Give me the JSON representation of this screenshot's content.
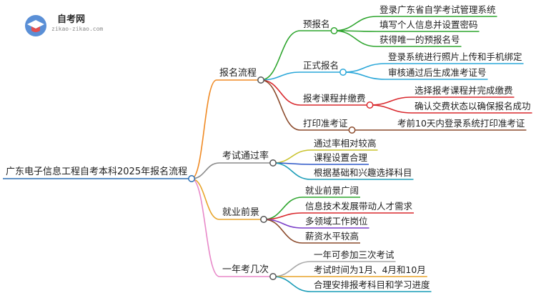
{
  "logo": {
    "name": "自考网",
    "domain": "zikao-zikao.com",
    "icon": "graduation-cap-icon",
    "colors": {
      "circle": "#5a8fd6",
      "cap": "#e34f4f"
    }
  },
  "mindmap": {
    "root": {
      "label": "广东电子信息工程自考本科2025年报名流程"
    },
    "branches": [
      {
        "label": "报名流程",
        "color": "#f08a24",
        "children": [
          {
            "label": "预报名",
            "color": "#2ea52e",
            "children": [
              "登录广东省自学考试管理系统",
              "填写个人信息并设置密码",
              "获得唯一的预报名号"
            ]
          },
          {
            "label": "正式报名",
            "color": "#2aa7d9",
            "children": [
              "登录系统进行照片上传和手机绑定",
              "审核通过后生成准考证号"
            ]
          },
          {
            "label": "报考课程并缴费",
            "color": "#d9282d",
            "children": [
              "选择报考课程并完成缴费",
              "确认交费状态以确保报名成功"
            ]
          },
          {
            "label": "打印准考证",
            "color": "#8b4a2b",
            "children": [
              "考前10天内登录系统打印准考证"
            ]
          }
        ]
      },
      {
        "label": "考试通过率",
        "color": "#8a8a8a",
        "children": [
          {
            "label": "通过率相对较高",
            "color": "#c9c22a"
          },
          {
            "label": "课程设置合理",
            "color": "#2b56c7"
          },
          {
            "label": "根据基础和兴趣选择科目",
            "color": "#1c9db8"
          }
        ]
      },
      {
        "label": "就业前景",
        "color": "#e8a42a",
        "children": [
          {
            "label": "就业前景广阔",
            "color": "#2ea52e"
          },
          {
            "label": "信息技术发展带动人才需求",
            "color": "#d9282d"
          },
          {
            "label": "多领域工作岗位",
            "color": "#7a3ec8"
          },
          {
            "label": "薪资水平较高",
            "color": "#8b4a2b"
          }
        ]
      },
      {
        "label": "一年考几次",
        "color": "#e889c9",
        "children": [
          {
            "label": "一年可参加三次考试",
            "color": "#a9a9a9"
          },
          {
            "label": "考试时间为1月、4月和10月",
            "color": "#e8a42a"
          },
          {
            "label": "合理安排报考科目和学习进度",
            "color": "#1c9db8"
          }
        ]
      }
    ]
  }
}
